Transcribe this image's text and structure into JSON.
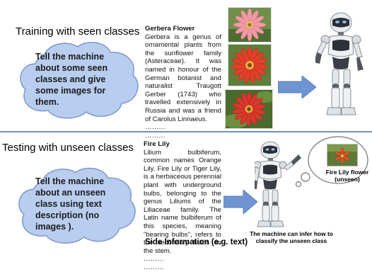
{
  "top": {
    "heading": "Training with seen classes",
    "cloud_text": "Tell the machine about some seen classes and give some images for them.",
    "flower_title": "Gerbera Flower",
    "flower_description": "Gerbera is a genus of ornamental plants from the sunflower family (Asteraceae). It was named in honour of the German botanist and naturalist Traugott Gerber (1743) who travelled extensively in Russia and was a friend of Carolus Linnaeus.",
    "ellipsis_1": "………",
    "ellipsis_2": "………"
  },
  "bottom": {
    "heading": "Testing with unseen classes",
    "cloud_text": "Tell the machine about an unseen class using text description (no images ).",
    "flower_title": "Fire Lily",
    "flower_description": "Lilium bulbiferum, common names Orange Lily, Fire Lily or Tiger Lily, is a herbaceous perennial plant with underground bulbs, belonging to the genus Liliums of the Liliaceae family. The Latin name bulbiferum of this species, meaning \"bearing bulbs\", refers to the secondary bulbs on the stem.",
    "ellipsis_1": "………",
    "ellipsis_2": "………",
    "side_info_label": "Side Information (e.g. text)",
    "infer_caption": "The machine can infer how to classify the unseen class",
    "thought_label": "Fire Lily flower (unseen)"
  },
  "colors": {
    "cloud_fill": "#b9cdef",
    "cloud_stroke": "#7a97cc",
    "arrow": "#6f94d2",
    "divider": "#6b90c4"
  },
  "icons": [
    "gerbera-photo",
    "red-gerbera-photo",
    "fire-lily-photo",
    "robot-illustration",
    "thought-bubble"
  ]
}
